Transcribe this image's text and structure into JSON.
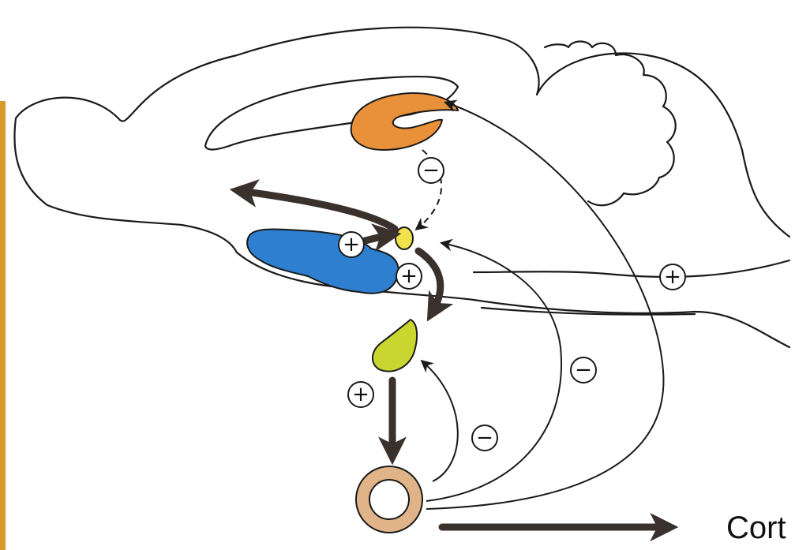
{
  "diagram": {
    "signs": [
      {
        "id": "sign-hippocampus-to-hypothalamus",
        "label": "−"
      },
      {
        "id": "sign-septum-to-hypothalamus",
        "label": "+"
      },
      {
        "id": "sign-amygdala-to-hypothalamus",
        "label": "+"
      },
      {
        "id": "sign-hypothalamus-to-pituitary",
        "label": "+"
      },
      {
        "id": "sign-adrenal-to-pituitary",
        "label": "−"
      },
      {
        "id": "sign-adrenal-to-hypothalamus",
        "label": "−"
      },
      {
        "id": "sign-adrenal-to-hippocampus",
        "label": "+"
      }
    ],
    "output_label": "Cort"
  },
  "colors": {
    "hippocampus": "#e8913a",
    "amygdala": "#2f7fd0",
    "hypothalamus": "#efe24a",
    "pituitary": "#c9d630",
    "adrenal": "#e0b389",
    "border_left": "#d69a2c",
    "arrow_thick": "#3a302c"
  }
}
